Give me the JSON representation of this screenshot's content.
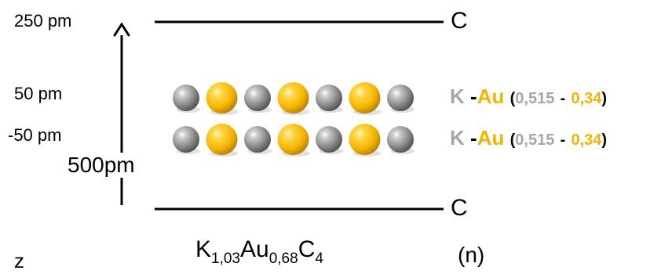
{
  "z_labels": {
    "top": "250 pm",
    "upper": "50 pm",
    "lower": "-50 pm",
    "axis_title": "z"
  },
  "axis_span_label": "500pm",
  "layers": {
    "top_label": "C",
    "bottom_label": "C"
  },
  "atom_rows": [
    {
      "sequence": [
        "K",
        "Au",
        "K",
        "Au",
        "K",
        "Au",
        "K"
      ],
      "legend": {
        "k": "K",
        "dash": "-",
        "au": "Au",
        "open": "(",
        "k_value": "0,515",
        "sep": "-",
        "au_value": "0,34",
        "close": ")"
      }
    },
    {
      "sequence": [
        "K",
        "Au",
        "K",
        "Au",
        "K",
        "Au",
        "K"
      ],
      "legend": {
        "k": "K",
        "dash": "-",
        "au": "Au",
        "open": "(",
        "k_value": "0,515",
        "sep": "-",
        "au_value": "0,34",
        "close": ")"
      }
    }
  ],
  "formula": {
    "el1": "K",
    "sub1": "1,03",
    "el2": "Au",
    "sub2": "0,68",
    "el3": "C",
    "sub3": "4"
  },
  "n_label": "(n)",
  "colors": {
    "potassium": "#8c8c8c",
    "gold": "#f5b400",
    "line": "#000000",
    "legend_grey": "#a6a6a6"
  }
}
